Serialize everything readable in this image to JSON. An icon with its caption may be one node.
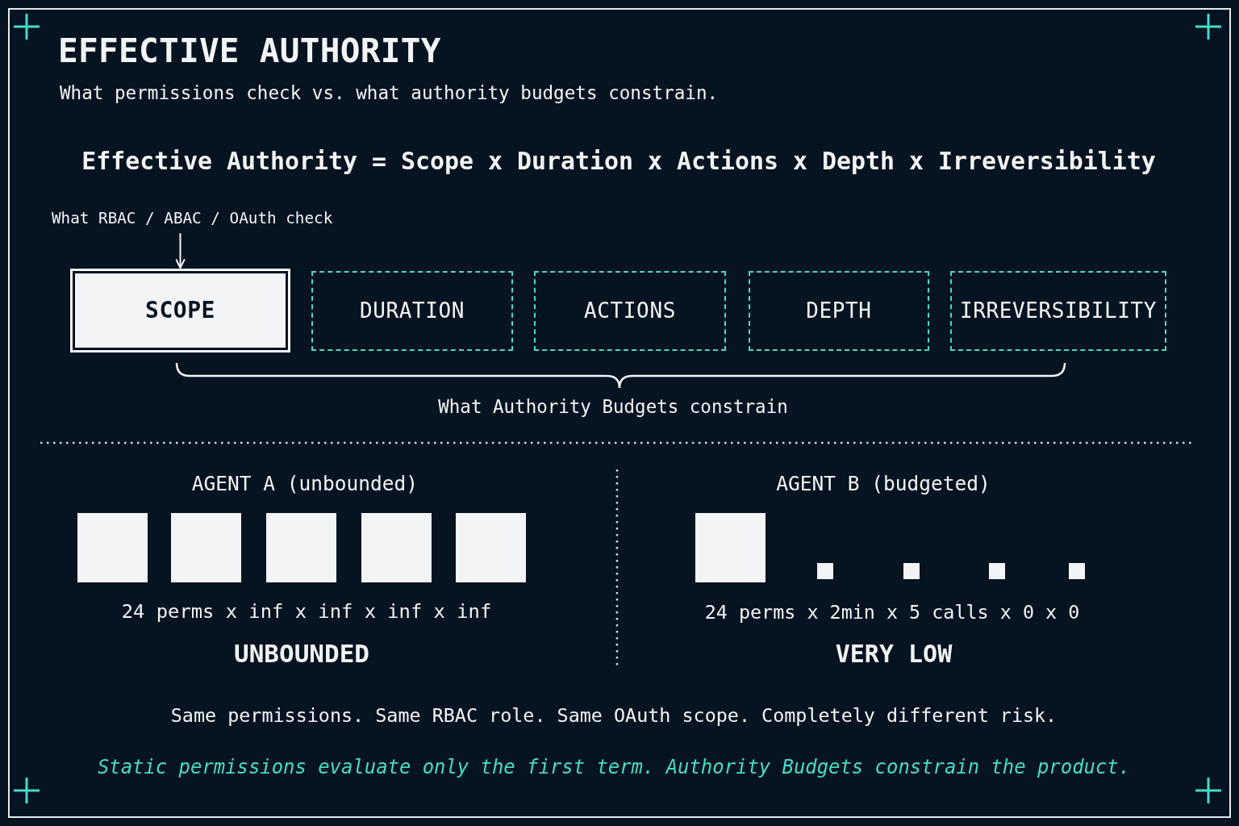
{
  "diagram": {
    "title": "EFFECTIVE AUTHORITY",
    "nodes": [
      {
        "text": [
          "What RBAC / ABAC / OAuth check"
        ]
      },
      {
        "text": [
          "SCOPE"
        ]
      },
      {
        "text": [
          "DURATION"
        ]
      },
      {
        "text": [
          "ACTIONS"
        ]
      },
      {
        "text": [
          "DEPTH"
        ]
      },
      {
        "text": [
          "IRREVERSIBILITY"
        ]
      },
      {
        "text": [],
        "shape": "box"
      },
      {
        "text": [],
        "shape": "box"
      },
      {
        "text": [],
        "shape": "box"
      },
      {
        "text": [],
        "shape": "box"
      },
      {
        "text": [],
        "shape": "box"
      },
      {
        "text": [],
        "shape": "box"
      },
      {
        "text": [],
        "shape": "box"
      },
      {
        "text": [],
        "shape": "box"
      },
      {
        "text": [],
        "shape": "box"
      },
      {
        "text": [],
        "shape": "box"
      }
    ],
    "edges": [
      {
        "from": 0,
        "to": 1,
        "arrow": "to"
      }
    ],
    "labels": [
      "What permissions check vs. what authority budgets constrain.",
      "Effective Authority = Scope x Duration x Actions x Depth x Irreversibility",
      "What Authority Budgets constrain",
      "AGENT A (unbounded)",
      "24 perms x inf x inf x inf x inf",
      "UNBOUNDED",
      "AGENT B (budgeted)",
      "24 perms x 2min x 5 calls x 0 x 0",
      "VERY LOW",
      "Same permissions. Same RBAC role. Same OAuth scope. Completely different risk.",
      "Static permissions evaluate only the first term. Authority Budgets constrain the product."
    ]
  }
}
